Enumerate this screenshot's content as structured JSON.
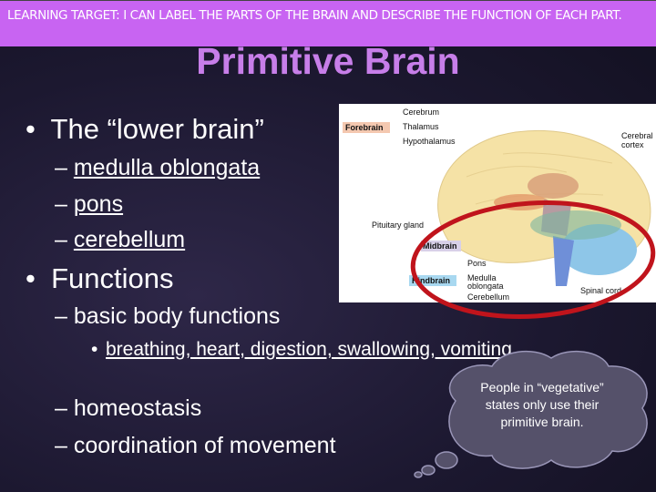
{
  "banner": {
    "text": "LEARNING TARGET: I CAN LABEL THE PARTS OF THE BRAIN AND DESCRIBE THE FUNCTION OF EACH PART."
  },
  "title": "Primitive Brain",
  "bullets": [
    {
      "text": "The “lower brain”",
      "sub": [
        "medulla oblongata",
        "pons",
        "cerebellum"
      ]
    },
    {
      "text": "Functions",
      "sub": [
        "basic body functions",
        "homeostasis",
        "coordination of movement"
      ],
      "subsub": "breathing, heart, digestion, swallowing, vomiting"
    }
  ],
  "diagram": {
    "labels": {
      "forebrain": "Forebrain",
      "cerebrum": "Cerebrum",
      "thalamus": "Thalamus",
      "hypothalamus": "Hypothalamus",
      "cerebral_cortex_1": "Cerebral",
      "cerebral_cortex_2": "cortex",
      "pituitary": "Pituitary gland",
      "midbrain": "Midbrain",
      "pons": "Pons",
      "hindbrain": "Hindbrain",
      "medulla_1": "Medulla",
      "medulla_2": "oblongata",
      "cerebellum": "Cerebellum",
      "spinal_cord": "Spinal cord"
    },
    "highlight_color": "#c0141c"
  },
  "callout": {
    "text": "People in “vegetative” states only use their primitive brain."
  },
  "colors": {
    "banner": "#c864f2",
    "title": "#c77ee9"
  }
}
